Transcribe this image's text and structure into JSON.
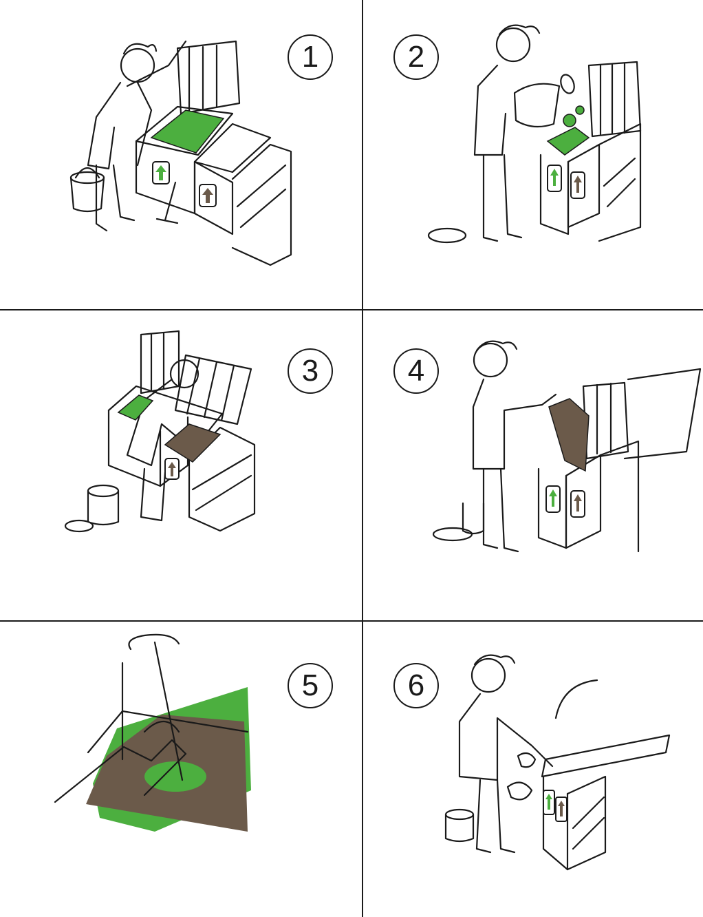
{
  "panels": [
    {
      "step": "1",
      "icon": "compost-bin-open-lid-icon"
    },
    {
      "step": "2",
      "icon": "bucket-pour-scraps-icon"
    },
    {
      "step": "3",
      "icon": "transfer-brown-material-icon"
    },
    {
      "step": "4",
      "icon": "add-brown-layer-icon"
    },
    {
      "step": "5",
      "icon": "aerate-stir-icon"
    },
    {
      "step": "6",
      "icon": "close-lid-icon"
    }
  ],
  "colors": {
    "ink": "#1a1a1a",
    "green_material": "#4caf3f",
    "brown_material": "#6b5a4a",
    "background": "#ffffff"
  }
}
